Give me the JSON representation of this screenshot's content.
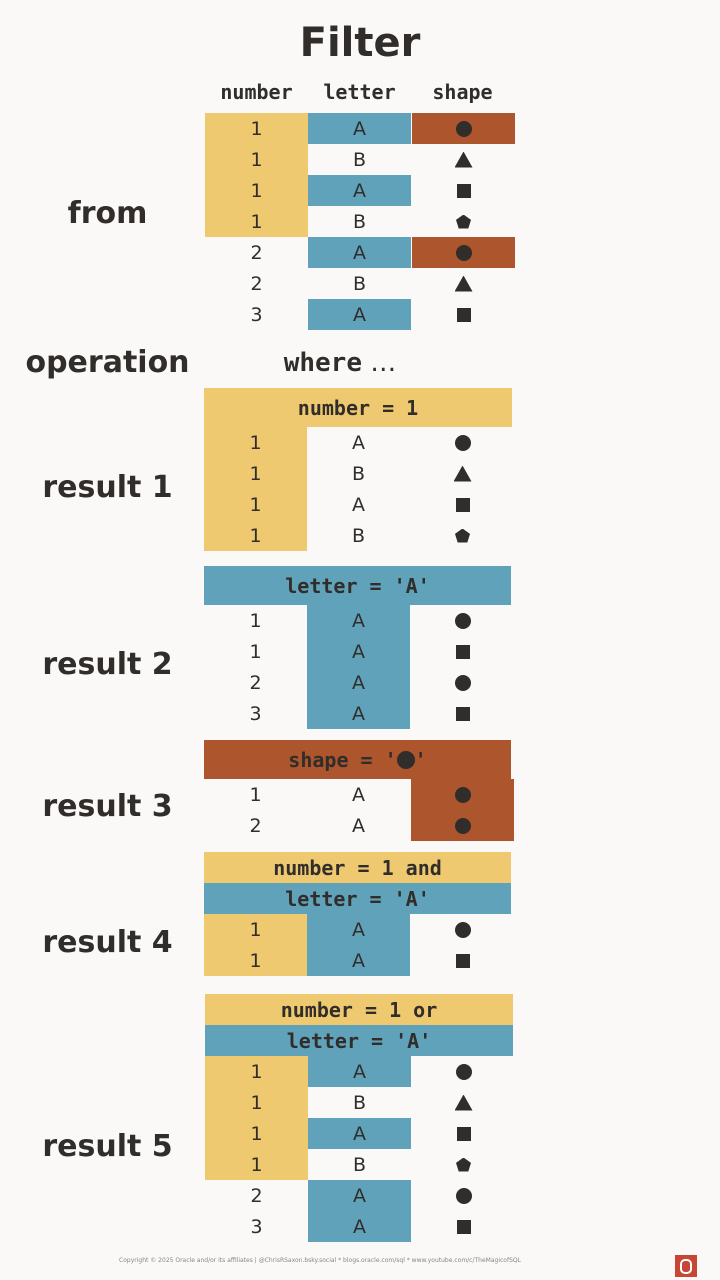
{
  "title": "Filter",
  "labels": {
    "from": "from",
    "operation": "operation",
    "result1": "result 1",
    "result2": "result 2",
    "result3": "result 3",
    "result4": "result 4",
    "result5": "result 5"
  },
  "columns": [
    "number",
    "letter",
    "shape"
  ],
  "where": {
    "keyword": "where",
    "ellipsis": " …"
  },
  "source_table": [
    {
      "number": "1",
      "letter": "A",
      "shape": "circle"
    },
    {
      "number": "1",
      "letter": "B",
      "shape": "triangle"
    },
    {
      "number": "1",
      "letter": "A",
      "shape": "square"
    },
    {
      "number": "1",
      "letter": "B",
      "shape": "pentagon"
    },
    {
      "number": "2",
      "letter": "A",
      "shape": "circle"
    },
    {
      "number": "2",
      "letter": "B",
      "shape": "triangle"
    },
    {
      "number": "3",
      "letter": "A",
      "shape": "square"
    }
  ],
  "results": [
    {
      "conditions": [
        {
          "text": "number = 1",
          "color": "yellow"
        }
      ],
      "rows": [
        {
          "number": "1",
          "letter": "A",
          "shape": "circle"
        },
        {
          "number": "1",
          "letter": "B",
          "shape": "triangle"
        },
        {
          "number": "1",
          "letter": "A",
          "shape": "square"
        },
        {
          "number": "1",
          "letter": "B",
          "shape": "pentagon"
        }
      ]
    },
    {
      "conditions": [
        {
          "text": "letter = 'A'",
          "color": "blue"
        }
      ],
      "rows": [
        {
          "number": "1",
          "letter": "A",
          "shape": "circle"
        },
        {
          "number": "1",
          "letter": "A",
          "shape": "square"
        },
        {
          "number": "2",
          "letter": "A",
          "shape": "circle"
        },
        {
          "number": "3",
          "letter": "A",
          "shape": "square"
        }
      ]
    },
    {
      "conditions": [
        {
          "text_before": "shape = '",
          "text_after": "'",
          "color": "brown"
        }
      ],
      "rows": [
        {
          "number": "1",
          "letter": "A",
          "shape": "circle"
        },
        {
          "number": "2",
          "letter": "A",
          "shape": "circle"
        }
      ]
    },
    {
      "conditions": [
        {
          "text": "number = 1 and",
          "color": "yellow"
        },
        {
          "text": "letter = 'A'",
          "color": "blue"
        }
      ],
      "rows": [
        {
          "number": "1",
          "letter": "A",
          "shape": "circle"
        },
        {
          "number": "1",
          "letter": "A",
          "shape": "square"
        }
      ]
    },
    {
      "conditions": [
        {
          "text": "number = 1 or",
          "color": "yellow"
        },
        {
          "text": "letter = 'A'",
          "color": "blue"
        }
      ],
      "rows": [
        {
          "number": "1",
          "letter": "A",
          "shape": "circle"
        },
        {
          "number": "1",
          "letter": "B",
          "shape": "triangle"
        },
        {
          "number": "1",
          "letter": "A",
          "shape": "square"
        },
        {
          "number": "1",
          "letter": "B",
          "shape": "pentagon"
        },
        {
          "number": "2",
          "letter": "A",
          "shape": "circle"
        },
        {
          "number": "3",
          "letter": "A",
          "shape": "square"
        }
      ]
    }
  ],
  "colors": {
    "yellow": "#efc970",
    "blue": "#5fa2ba",
    "brown": "#ad552d",
    "text": "#312d2a",
    "oracle_red": "#c74634"
  },
  "footer": "Copyright © 2025 Oracle and/or its affiliates  |  @ChrisRSaxon.bsky.social   * blogs.oracle.com/sql   * www.youtube.com/c/TheMagicofSQL"
}
